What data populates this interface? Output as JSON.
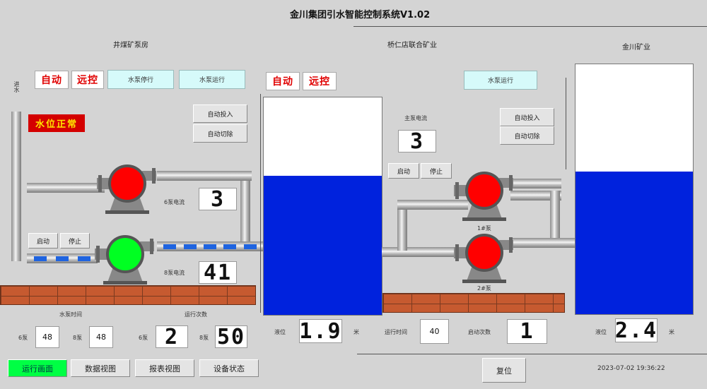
{
  "app_title": "金川集团引水智能控制系统V1.02",
  "sections": {
    "left": "井煤矿泵房",
    "center": "桥仁店联合矿业",
    "right": "金川矿业"
  },
  "left_panel": {
    "vertical_label": "进水",
    "mode_auto": "自动",
    "mode_remote": "远控",
    "status_1": "水泵停行",
    "status_2": "水泵运行",
    "alarm": "水位正常",
    "btn_auto_in": "自动投入",
    "btn_auto_out": "自动切除",
    "btn_start": "启动",
    "btn_stop": "停止",
    "pump6_label": "6泵电流",
    "pump6_current": "3",
    "pump8_label": "8泵电流",
    "pump8_current": "41",
    "label_run_time": "水泵时间",
    "label_run_count": "运行次数",
    "small_a": "6泵",
    "small_b": "8泵",
    "val_a": "48",
    "val_b": "48",
    "small_c": "6泵",
    "small_d": "8泵",
    "val_c": "2",
    "val_d": "50"
  },
  "tank1": {
    "mode_auto": "自动",
    "mode_remote": "远控",
    "level_label": "液位",
    "level_value": "1.9",
    "unit": "米",
    "level": 0.64
  },
  "center_panel": {
    "status": "水泵运行",
    "current_label": "主泵电流",
    "current_value": "3",
    "btn_auto_in": "自动投入",
    "btn_auto_out": "自动切除",
    "btn_start": "启动",
    "btn_stop": "停止",
    "pump1_label": "1#泵",
    "pump2_label": "2#泵",
    "label_run_time": "运行时间",
    "run_time_value": "40",
    "label_run_count": "启动次数",
    "run_count_value": "1",
    "btn_reset": "复位"
  },
  "tank2": {
    "level_label": "液位",
    "level_value": "2.4",
    "unit": "米",
    "level": 0.57
  },
  "nav": {
    "run": "运行画面",
    "data": "数据视图",
    "report": "报表视图",
    "device": "设备状态"
  },
  "timestamp": "2023-07-02  19:36:22",
  "colors": {
    "water": "#0022dd",
    "pump_running": "#00ff22",
    "pump_stopped": "#ff0000",
    "pipe": "#c0c0c0",
    "brick": "#c65a30",
    "status_bg": "#d6fafa",
    "nav_active": "#00ff44"
  }
}
